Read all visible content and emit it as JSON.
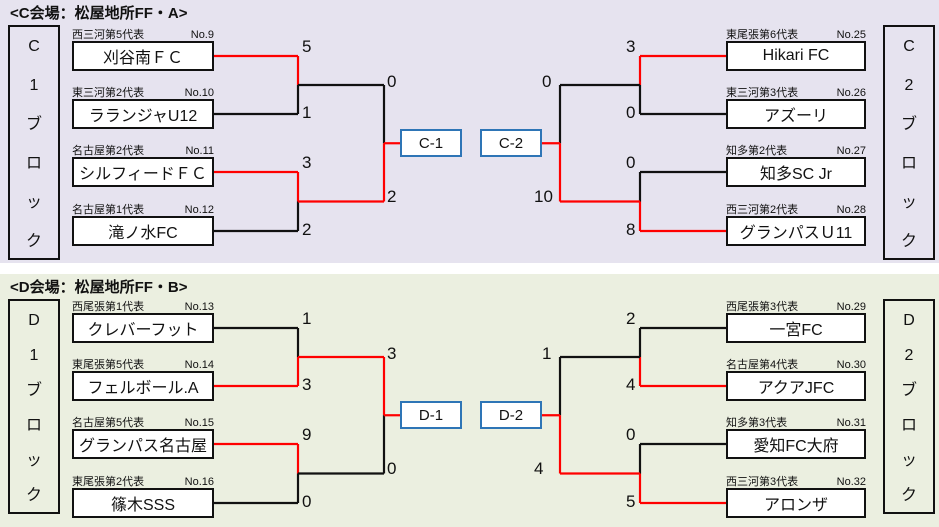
{
  "colors": {
    "win_line": "#ff0000",
    "lose_line": "#111111",
    "match_border": "#2e75b6"
  },
  "venues": [
    {
      "title": "<C会場：松屋地所FF・A>",
      "left_block": [
        "C",
        "1",
        "ブ",
        "ロ",
        "ッ",
        "ク"
      ],
      "right_block": [
        "C",
        "2",
        "ブ",
        "ロ",
        "ッ",
        "ク"
      ],
      "left_match": "C-1",
      "right_match": "C-2",
      "left_teams": [
        {
          "label": "西三河第5代表",
          "no": "No.9",
          "name": "刈谷南ＦＣ",
          "score": "5"
        },
        {
          "label": "東三河第2代表",
          "no": "No.10",
          "name": "ラランジャU12",
          "score": "1"
        },
        {
          "label": "名古屋第2代表",
          "no": "No.11",
          "name": "シルフィードＦＣ",
          "score": "3"
        },
        {
          "label": "名古屋第1代表",
          "no": "No.12",
          "name": "滝ノ水FC",
          "score": "2"
        }
      ],
      "left_semis": [
        "0",
        "2"
      ],
      "right_teams": [
        {
          "label": "東尾張第6代表",
          "no": "No.25",
          "name": "Hikari FC",
          "score": "3"
        },
        {
          "label": "東三河第3代表",
          "no": "No.26",
          "name": "アズーリ",
          "score": "0"
        },
        {
          "label": "知多第2代表",
          "no": "No.27",
          "name": "知多SC Jr",
          "score": "0"
        },
        {
          "label": "西三河第2代表",
          "no": "No.28",
          "name": "グランパスＵ11",
          "score": "8"
        }
      ],
      "right_semis": [
        "0",
        "10"
      ]
    },
    {
      "title": "<D会場：松屋地所FF・B>",
      "left_block": [
        "D",
        "1",
        "ブ",
        "ロ",
        "ッ",
        "ク"
      ],
      "right_block": [
        "D",
        "2",
        "ブ",
        "ロ",
        "ッ",
        "ク"
      ],
      "left_match": "D-1",
      "right_match": "D-2",
      "left_teams": [
        {
          "label": "西尾張第1代表",
          "no": "No.13",
          "name": "クレバーフット",
          "score": "1"
        },
        {
          "label": "東尾張第5代表",
          "no": "No.14",
          "name": "フェルボール.A",
          "score": "3"
        },
        {
          "label": "名古屋第5代表",
          "no": "No.15",
          "name": "グランパス名古屋",
          "score": "9"
        },
        {
          "label": "東尾張第2代表",
          "no": "No.16",
          "name": "篠木SSS",
          "score": "0"
        }
      ],
      "left_semis": [
        "3",
        "0"
      ],
      "right_teams": [
        {
          "label": "西尾張第3代表",
          "no": "No.29",
          "name": "一宮FC",
          "score": "2"
        },
        {
          "label": "名古屋第4代表",
          "no": "No.30",
          "name": "アクアJFC",
          "score": "4"
        },
        {
          "label": "知多第3代表",
          "no": "No.31",
          "name": "愛知FC大府",
          "score": "0"
        },
        {
          "label": "西三河第3代表",
          "no": "No.32",
          "name": "アロンザ",
          "score": "5"
        }
      ],
      "right_semis": [
        "1",
        "4"
      ]
    }
  ]
}
